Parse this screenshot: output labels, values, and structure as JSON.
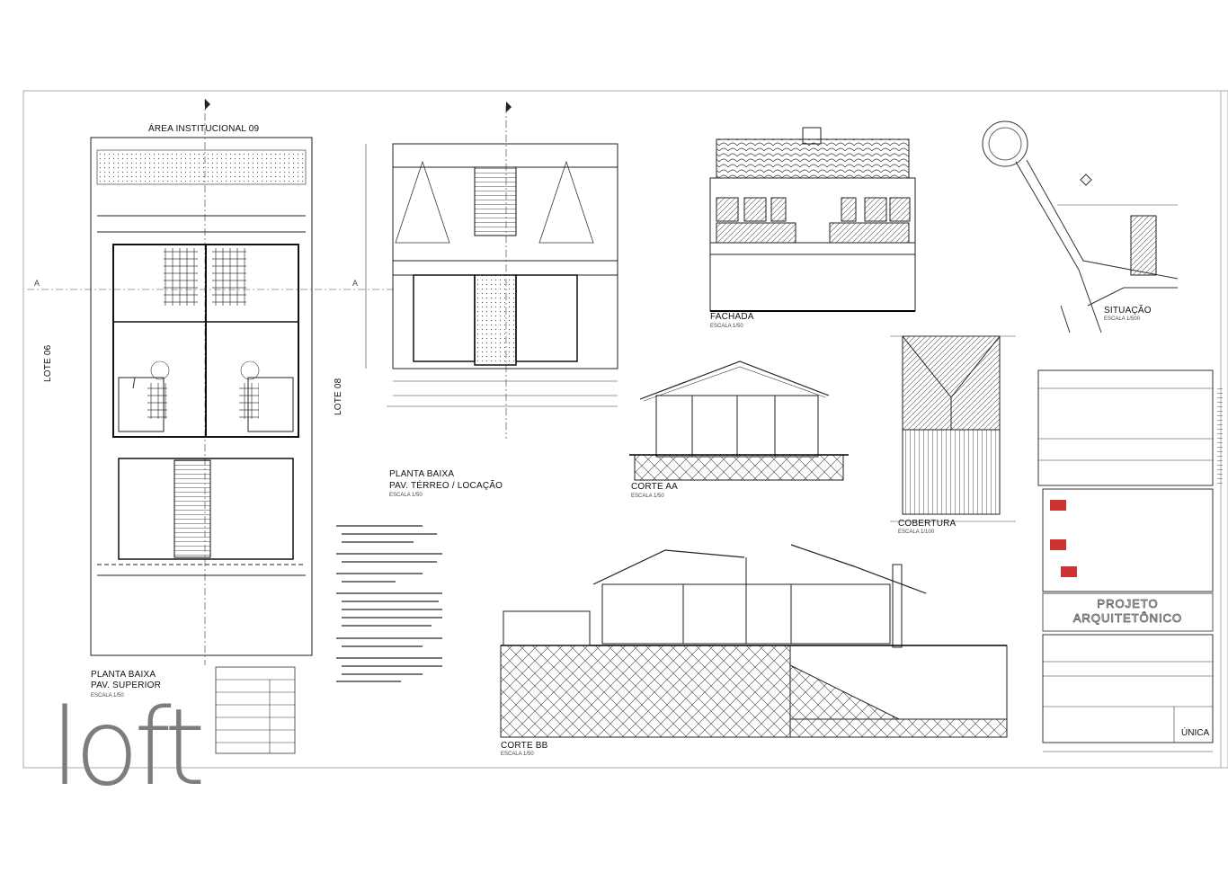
{
  "top_plan": {
    "title": "ÁREA INSTITUCIONAL 09"
  },
  "side_labels": {
    "left": "LOTE 06",
    "right": "LOTE 08",
    "section_mark": "A"
  },
  "plan_superior": {
    "title": "PLANTA BAIXA",
    "subtitle": "PAV. SUPERIOR",
    "scale": "ESCALA 1/50"
  },
  "plan_terreo": {
    "title": "PLANTA BAIXA",
    "subtitle": "PAV. TÉRREO / LOCAÇÃO",
    "scale": "ESCALA 1/50"
  },
  "fachada": {
    "title": "FACHADA",
    "scale": "ESCALA 1/50"
  },
  "situacao": {
    "title": "SITUAÇÃO",
    "scale": "ESCALA 1/500"
  },
  "corte_aa": {
    "title": "CORTE AA",
    "scale": "ESCALA 1/50"
  },
  "cobertura": {
    "title": "COBERTURA",
    "scale": "ESCALA 1/100"
  },
  "corte_bb": {
    "title": "CORTE BB",
    "scale": "ESCALA 1/50"
  },
  "title_block": {
    "project": "PROJETO",
    "project2": "ARQUITETÔNICO",
    "sheet": "ÚNICA"
  },
  "logo": {
    "text": "loft"
  }
}
